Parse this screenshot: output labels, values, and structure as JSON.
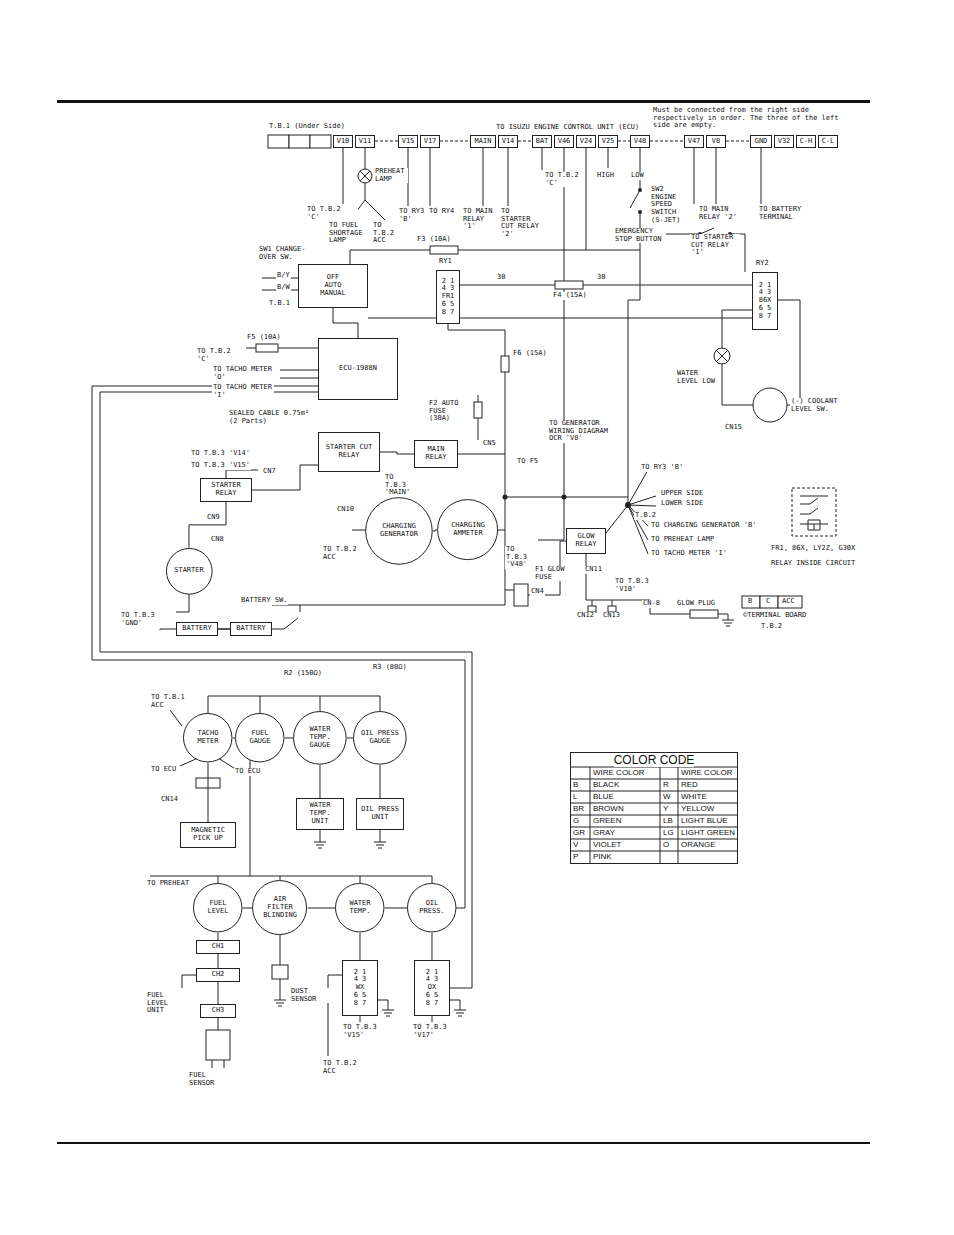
{
  "diagram": {
    "nodes": [
      {
        "text": [
          "V10"
        ]
      },
      {
        "text": [
          "V11"
        ]
      },
      {
        "text": [
          "V15"
        ]
      },
      {
        "text": [
          "V17"
        ]
      },
      {
        "text": [
          "MAIN"
        ]
      },
      {
        "text": [
          "V14"
        ]
      },
      {
        "text": [
          "BAT"
        ]
      },
      {
        "text": [
          "V46"
        ]
      },
      {
        "text": [
          "V24"
        ]
      },
      {
        "text": [
          "V25"
        ]
      },
      {
        "text": [
          "V48"
        ]
      },
      {
        "text": [
          "V47"
        ]
      },
      {
        "text": [
          "V8"
        ]
      },
      {
        "text": [
          "GND"
        ]
      },
      {
        "text": [
          "V32"
        ]
      },
      {
        "text": [
          "C-H"
        ]
      },
      {
        "text": [
          "C-L"
        ]
      },
      {
        "text": [
          "OFF",
          "AUTO",
          "MANUAL"
        ]
      },
      {
        "text": [
          "2 1",
          "4 3",
          "FR1",
          "6 5",
          "8 7"
        ]
      },
      {
        "text": [
          "2 1",
          "4 3",
          "86X",
          "6 5",
          "8 7"
        ]
      },
      {
        "text": [
          "ECU-1988N"
        ]
      },
      {
        "text": [
          "STARTER CUT RELAY"
        ]
      },
      {
        "text": [
          "MAIN RELAY"
        ]
      },
      {
        "text": [
          "STARTER RELAY"
        ]
      },
      {
        "text": [
          "GLOW RELAY"
        ]
      },
      {
        "text": [
          "CHARGING GENERATOR"
        ]
      },
      {
        "text": [
          "CHARGING AMMETER"
        ]
      },
      {
        "text": [
          "STARTER"
        ]
      },
      {
        "text": [
          "BATTERY"
        ]
      },
      {
        "text": [
          "BATTERY"
        ]
      },
      {
        "text": [
          "TACHO METER"
        ]
      },
      {
        "text": [
          "FUEL GAUGE"
        ]
      },
      {
        "text": [
          "WATER TEMP. GAUGE"
        ]
      },
      {
        "text": [
          "OIL PRESS GAUGE"
        ]
      },
      {
        "text": [
          "WATER TEMP. UNIT"
        ]
      },
      {
        "text": [
          "OIL PRESS UNIT"
        ]
      },
      {
        "text": [
          "MAGNETIC PICK UP"
        ]
      },
      {
        "text": [
          "FUEL LEVEL"
        ]
      },
      {
        "text": [
          "AIR FILTER BLINDING"
        ]
      },
      {
        "text": [
          "WATER TEMP."
        ]
      },
      {
        "text": [
          "OIL PRESS."
        ]
      },
      {
        "text": [
          "CH1"
        ]
      },
      {
        "text": [
          "CH2"
        ]
      },
      {
        "text": [
          "CH3"
        ]
      },
      {
        "text": [
          "2 1",
          "4 3",
          "WX",
          "6 5",
          "8 7"
        ]
      },
      {
        "text": [
          "2 1",
          "4 3",
          "OX",
          "6 5",
          "8 7"
        ]
      },
      {
        "text": [
          "COLOR CODE"
        ]
      }
    ],
    "edges": [
      {
        "from": 30,
        "to": 31,
        "arrow": "none"
      },
      {
        "from": 31,
        "to": 32,
        "arrow": "none"
      },
      {
        "from": 32,
        "to": 33,
        "arrow": "none"
      },
      {
        "from": 32,
        "to": 34,
        "arrow": "none"
      },
      {
        "from": 33,
        "to": 35,
        "arrow": "none"
      },
      {
        "from": 36,
        "to": 30,
        "arrow": "none"
      },
      {
        "from": 37,
        "to": 38,
        "arrow": "none"
      },
      {
        "from": 38,
        "to": 39,
        "arrow": "none"
      },
      {
        "from": 39,
        "to": 40,
        "arrow": "none"
      },
      {
        "from": 37,
        "to": 41,
        "arrow": "none"
      },
      {
        "from": 41,
        "to": 42,
        "arrow": "none"
      },
      {
        "from": 42,
        "to": 43,
        "arrow": "none"
      },
      {
        "from": 39,
        "to": 44,
        "arrow": "none"
      },
      {
        "from": 40,
        "to": 45,
        "arrow": "none"
      },
      {
        "from": 17,
        "to": 20,
        "arrow": "none"
      },
      {
        "from": 25,
        "to": 26,
        "arrow": "none"
      },
      {
        "from": 23,
        "to": 27,
        "arrow": "none"
      },
      {
        "from": 28,
        "to": 29,
        "arrow": "none"
      },
      {
        "from": 21,
        "to": 22,
        "arrow": "none"
      }
    ],
    "labels": [
      "T.B.1 (Under Side)",
      "TO ISUZU ENGINE CONTROL UNIT (ECU)",
      "Must be connected from the right side respectively in order. The three of the left side are empty.",
      "TO T.B.2 'C'",
      "PREHEAT LAMP",
      "TO FUEL SHORTAGE LAMP",
      "TO T.B.2 ACC",
      "TO RY3 'B'",
      "TO RY4",
      "TO MAIN RELAY '1'",
      "TO STARTER CUT RELAY '2'",
      "TO T.B.2 'C'",
      "HIGH",
      "LOW",
      "SW2 ENGINE SPEED SWITCH (S-JET)",
      "EMERGENCY STOP BUTTON",
      "TO MAIN RELAY '2'",
      "TO STARTER CUT RELAY '1'",
      "TO BATTERY TERMINAL",
      "SW1 CHANGE-OVER SW.",
      "B/Y",
      "B/W",
      "T.B.1",
      "F3 (10A)",
      "RY1",
      "30",
      "F4 (15A)",
      "30",
      "RY2",
      "WATER LEVEL LOW",
      "CN15",
      "(-) COOLANT LEVEL SW.",
      "F5 (10A)",
      "TO T.B.2 'C'",
      "TO TACHO METER 'O'",
      "TO TACHO METER 'I'",
      "SEALED CABLE 0.75m² (2 Parts)",
      "F6 (15A)",
      "F2 AUTO FUSE (30A)",
      "CN5",
      "TO GENERATOR WIRING DIAGRAM OCR 'V8'",
      "TO T.B.3 'V14'",
      "TO T.B.3 'V15'",
      "CN7",
      "TO T.B.3 'MAIN'",
      "CN10",
      "TO T.B.2 ACC",
      "TO F5",
      "TO RY3 'B'",
      "UPPER SIDE",
      "LOWER SIDE",
      "T.B.2",
      "TO CHARGING GENERATOR 'B'",
      "TO PREHEAT LAMP",
      "TO TACHO METER 'I'",
      "TO T.B.3 'V48'",
      "F1 GLOW FUSE",
      "CN4",
      "CN11",
      "CN12",
      "CN13",
      "TO T.B.3 'V10'",
      "CN-8",
      "GLOW PLUG",
      "CN9",
      "CN8",
      "BATTERY SW.",
      "TO T.B.3 'GND'",
      "FR1, 86X, LY2Z, G30X",
      "RELAY INSIDE CIRCUIT",
      "B",
      "C",
      "ACC",
      "©TERMINAL BOARD",
      "T.B.2",
      "TO T.B.1 ACC",
      "TO ECU",
      "TO ECU",
      "CN14",
      "R2 (150Ω)",
      "R3 (80Ω)",
      "TO PREHEAT",
      "DUST SENSOR",
      "FUEL LEVEL UNIT",
      "FUEL SENSOR",
      "TO T.B.3 'V15'",
      "TO T.B.3 'V17'",
      "TO T.B.2 ACC",
      "WIRE COLOR",
      "WIRE COLOR",
      "B",
      "BLACK",
      "R",
      "RED",
      "L",
      "BLUE",
      "W",
      "WHITE",
      "BR",
      "BROWN",
      "Y",
      "YELLOW",
      "G",
      "GREEN",
      "LB",
      "LIGHT BLUE",
      "GR",
      "GRAY",
      "LG",
      "LIGHT GREEN",
      "V",
      "VIOLET",
      "O",
      "ORANGE",
      "P",
      "PINK"
    ]
  }
}
